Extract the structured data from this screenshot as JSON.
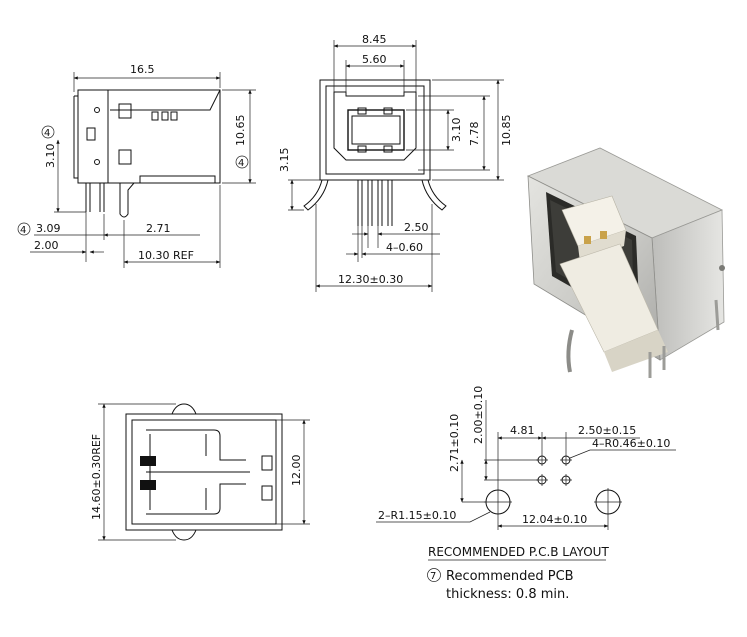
{
  "side_view": {
    "dim_length": "16.5",
    "dim_height": "10.65",
    "dim_pin_height": "3.10",
    "dim_pin_offset": "3.09",
    "dim_pin_pitch": "2.71",
    "dim_first_pin": "2.00",
    "dim_ref": "10.30  REF",
    "callout_num": "4"
  },
  "front_view": {
    "dim_outer_width": "8.45",
    "dim_inner_width": "5.60",
    "dim_tongue": "3.10",
    "dim_opening": "7.78",
    "dim_height": "10.85",
    "dim_leg": "3.15",
    "dim_pitch": "2.50",
    "dim_pin_width": "4–0.60",
    "dim_total": "12.30±0.30"
  },
  "top_view": {
    "dim_length": "14.60±0.30REF",
    "dim_width": "12.00"
  },
  "pcb_layout": {
    "dim_481": "4.81",
    "dim_250": "2.50±0.15",
    "dim_hole": "4–R0.46±0.10",
    "dim_271": "2.71±0.10",
    "dim_200": "2.00±0.10",
    "dim_mount": "2–R1.15±0.10",
    "dim_1204": "12.04±0.10",
    "title": "RECOMMENDED  P.C.B  LAYOUT",
    "note_num": "7",
    "note_line1": "Recommended  PCB",
    "note_line2": "thickness:  0.8  min."
  },
  "colors": {
    "line": "#111111",
    "shell": "#cfcfcc",
    "insulator": "#f2efe6",
    "pin": "#c9a24a"
  }
}
